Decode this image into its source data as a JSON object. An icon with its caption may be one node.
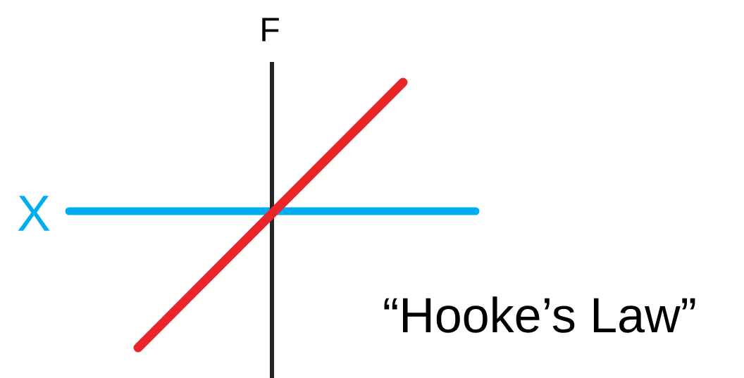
{
  "diagram": {
    "labels": [
      "F",
      "X",
      "“Hooke’s Law”"
    ]
  }
}
